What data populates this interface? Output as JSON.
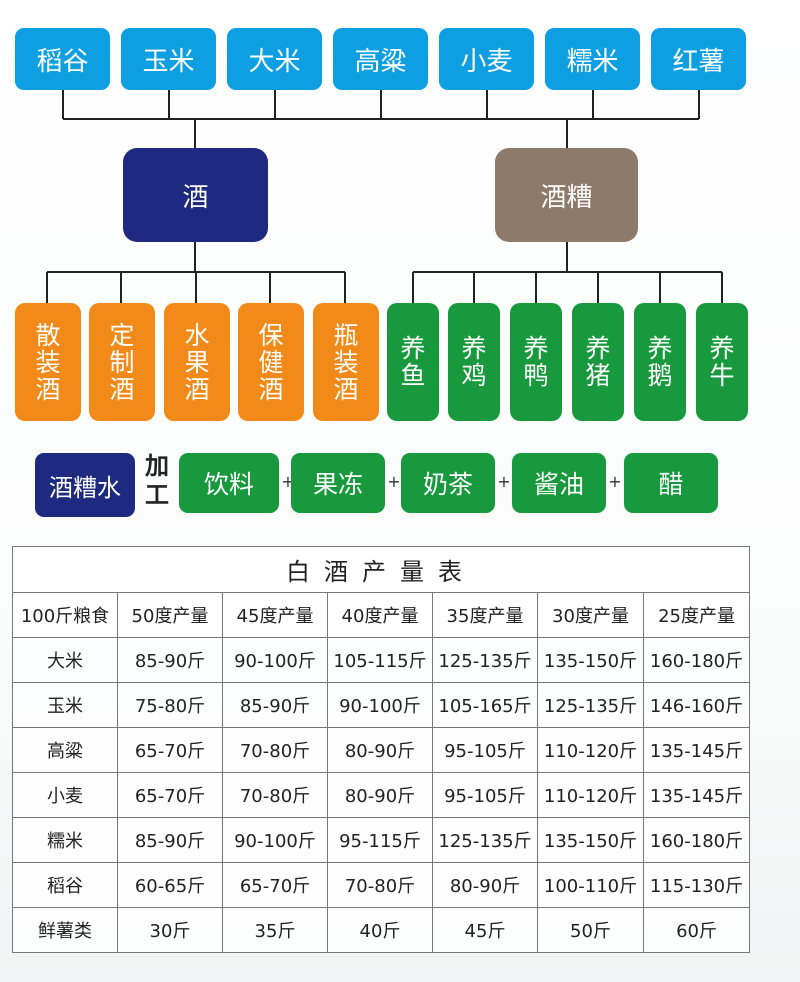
{
  "grains": [
    "稻谷",
    "玉米",
    "大米",
    "高粱",
    "小麦",
    "糯米",
    "红薯"
  ],
  "wine": "酒",
  "lees": "酒糟",
  "wine_products": [
    "散装酒",
    "定制酒",
    "水果酒",
    "保健酒",
    "瓶装酒"
  ],
  "livestock": [
    "养鱼",
    "养鸡",
    "养鸭",
    "养猪",
    "养鹅",
    "养牛"
  ],
  "lees_water": "酒糟水",
  "process_label": "加工",
  "plus_sign": "+",
  "processed_products": [
    "饮料",
    "果冻",
    "奶茶",
    "酱油",
    "醋"
  ],
  "table": {
    "title": "白酒产量表",
    "headers": [
      "100斤粮食",
      "50度产量",
      "45度产量",
      "40度产量",
      "35度产量",
      "30度产量",
      "25度产量"
    ],
    "rows": [
      [
        "大米",
        "85-90斤",
        "90-100斤",
        "105-115斤",
        "125-135斤",
        "135-150斤",
        "160-180斤"
      ],
      [
        "玉米",
        "75-80斤",
        "85-90斤",
        "90-100斤",
        "105-165斤",
        "125-135斤",
        "146-160斤"
      ],
      [
        "高粱",
        "65-70斤",
        "70-80斤",
        "80-90斤",
        "95-105斤",
        "110-120斤",
        "135-145斤"
      ],
      [
        "小麦",
        "65-70斤",
        "70-80斤",
        "80-90斤",
        "95-105斤",
        "110-120斤",
        "135-145斤"
      ],
      [
        "糯米",
        "85-90斤",
        "90-100斤",
        "95-115斤",
        "125-135斤",
        "135-150斤",
        "160-180斤"
      ],
      [
        "稻谷",
        "60-65斤",
        "65-70斤",
        "70-80斤",
        "80-90斤",
        "100-110斤",
        "115-130斤"
      ],
      [
        "鲜薯类",
        "30斤",
        "35斤",
        "40斤",
        "45斤",
        "50斤",
        "60斤"
      ]
    ]
  }
}
